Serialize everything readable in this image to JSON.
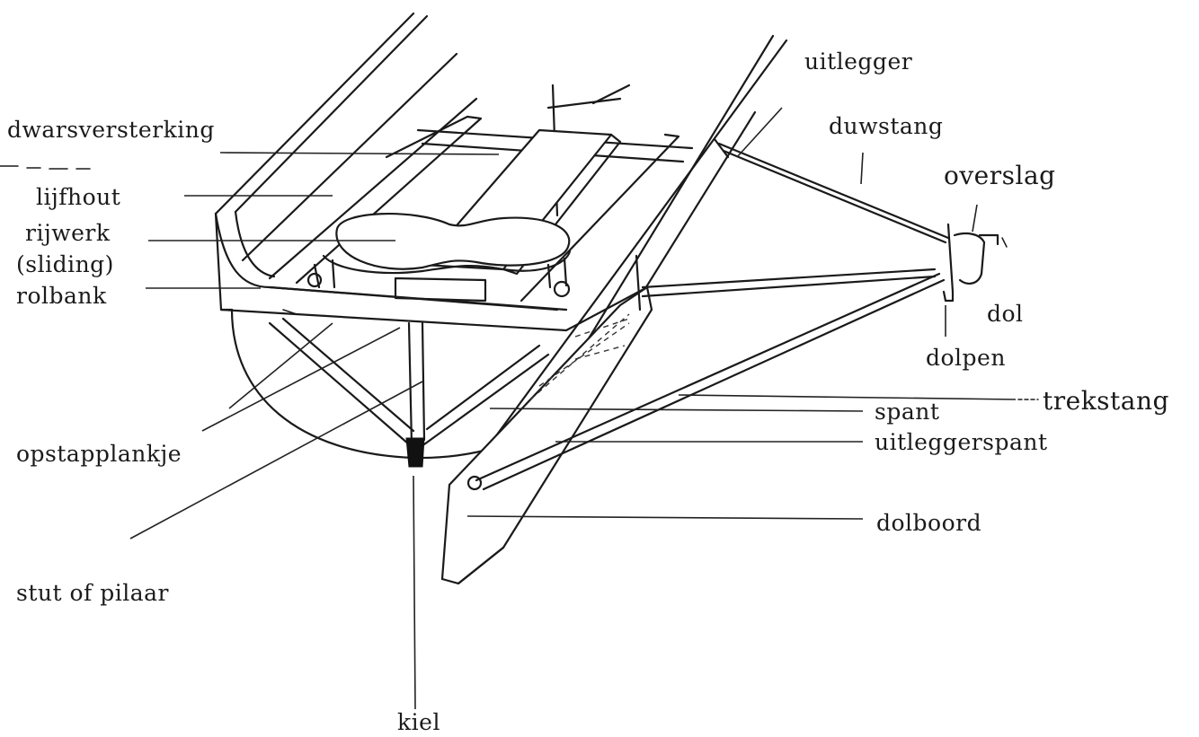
{
  "diagram": {
    "labels": {
      "uitlegger": "uitlegger",
      "dwarsversterking": "dwarsversterking",
      "duwstang": "duwstang",
      "overslag": "overslag",
      "lijfhout": "lijfhout",
      "rijwerk": "rijwerk",
      "sliding": "(sliding)",
      "rolbank": "rolbank",
      "dol": "dol",
      "dolpen": "dolpen",
      "trekstang": "trekstang",
      "spant": "spant",
      "uitleggerspant": "uitleggerspant",
      "opstapplankje": "opstapplankje",
      "dolboord": "dolboord",
      "stut_of_pilaar": "stut of pilaar",
      "kiel": "kiel"
    }
  }
}
